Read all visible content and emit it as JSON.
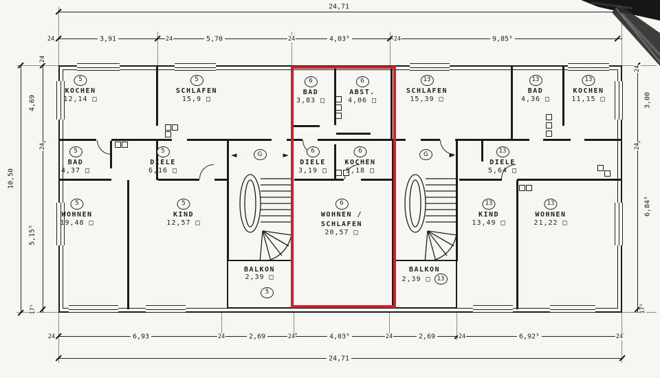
{
  "colors": {
    "highlight": "#c8242b",
    "ink": "#1b1b1b",
    "paper": "#f7f6f2"
  },
  "dims": {
    "top_total": "24,71",
    "top_segments": [
      "24",
      "3,91",
      "24",
      "5,70",
      "24",
      "4,03⁵",
      "24",
      "9,85⁵"
    ],
    "bottom_segments": [
      "24",
      "6,93",
      "24",
      "2,69",
      "24",
      "4,03⁵",
      "24",
      "2,69",
      "24",
      "6,92⁵",
      "24"
    ],
    "bottom_total": "24,71",
    "left_outer_total": "10,50",
    "left_segments": [
      "24",
      "4,69",
      "24",
      "5,15⁵",
      "17⁵"
    ],
    "right_segments": [
      "24",
      "3,00",
      "24",
      "6,84⁵",
      "17⁵"
    ]
  },
  "rooms": [
    {
      "unit": "5",
      "name": "KOCHEN",
      "area": "12,14 □"
    },
    {
      "unit": "5",
      "name": "SCHLAFEN",
      "area": "15,9 □"
    },
    {
      "unit": "6",
      "name": "BAD",
      "area": "3,83 □"
    },
    {
      "unit": "6",
      "name": "ABST.",
      "area": "4,06 □"
    },
    {
      "unit": "13",
      "name": "SCHLAFEN",
      "area": "15,39 □"
    },
    {
      "unit": "13",
      "name": "BAD",
      "area": "4,36 □"
    },
    {
      "unit": "13",
      "name": "KOCHEN",
      "area": "11,15 □"
    },
    {
      "unit": "5",
      "name": "BAD",
      "area": "4,37 □"
    },
    {
      "unit": "5",
      "name": "DIELE",
      "area": "6,16 □"
    },
    {
      "unit": "6",
      "name": "DIELE",
      "area": "3,19 □"
    },
    {
      "unit": "6",
      "name": "KOCHEN",
      "area": "5,18 □"
    },
    {
      "unit": "13",
      "name": "DIELE",
      "area": "5,64 □"
    },
    {
      "unit": "5",
      "name": "WOHNEN",
      "area": "19,48 □"
    },
    {
      "unit": "5",
      "name": "KIND",
      "area": "12,57 □"
    },
    {
      "unit": "6",
      "name": "WOHNEN /",
      "name2": "SCHLAFEN",
      "area": "20,57 □"
    },
    {
      "unit": "13",
      "name": "KIND",
      "area": "13,49 □"
    },
    {
      "unit": "13",
      "name": "WOHNEN",
      "area": "21,22 □"
    }
  ],
  "balconies": [
    {
      "name": "BALKON",
      "area": "2,39 □",
      "unit": "5"
    },
    {
      "name": "BALKON",
      "area": "2,39 □",
      "unit": "13"
    }
  ],
  "stair_markers": {
    "left": {
      "arrow_pre": "◄",
      "label": "G",
      "arrow_post": "►"
    },
    "right": {
      "label": "G",
      "arrow_post": "►"
    }
  }
}
